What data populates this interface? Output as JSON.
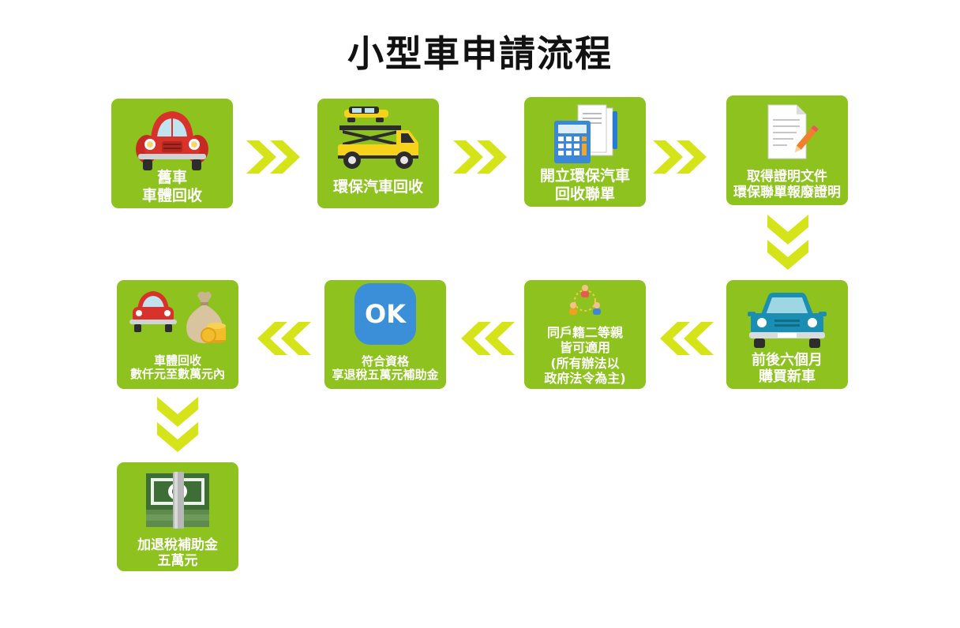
{
  "title": "小型車申請流程",
  "colors": {
    "box": "#8dc21f",
    "arrow": "#d4e418",
    "text": "#ffffff"
  },
  "steps": [
    {
      "icon": "red-beetle-car-icon",
      "lines": [
        "舊車",
        "車體回收"
      ]
    },
    {
      "icon": "tow-truck-icon",
      "lines": [
        "環保汽車回收"
      ]
    },
    {
      "icon": "calculator-document-icon",
      "lines": [
        "開立環保汽車",
        "回收聯單"
      ]
    },
    {
      "icon": "document-pen-icon",
      "lines": [
        "取得證明文件",
        "環保聯單報廢證明"
      ]
    },
    {
      "icon": "blue-new-car-icon",
      "lines": [
        "前後六個月",
        "購買新車"
      ]
    },
    {
      "icon": "family-circle-icon",
      "lines": [
        "同戶籍二等親",
        "皆可適用",
        "(所有辦法以",
        "政府法令為主)"
      ]
    },
    {
      "icon": "ok-badge-icon",
      "ok": "OK",
      "lines": [
        "符合資格",
        "享退稅五萬元補助金"
      ]
    },
    {
      "icon": "car-money-bag-icon",
      "lines": [
        "車體回收",
        "數仟元至數萬元內"
      ]
    },
    {
      "icon": "cash-bundle-icon",
      "lines": [
        "加退稅補助金",
        "五萬元"
      ]
    }
  ]
}
